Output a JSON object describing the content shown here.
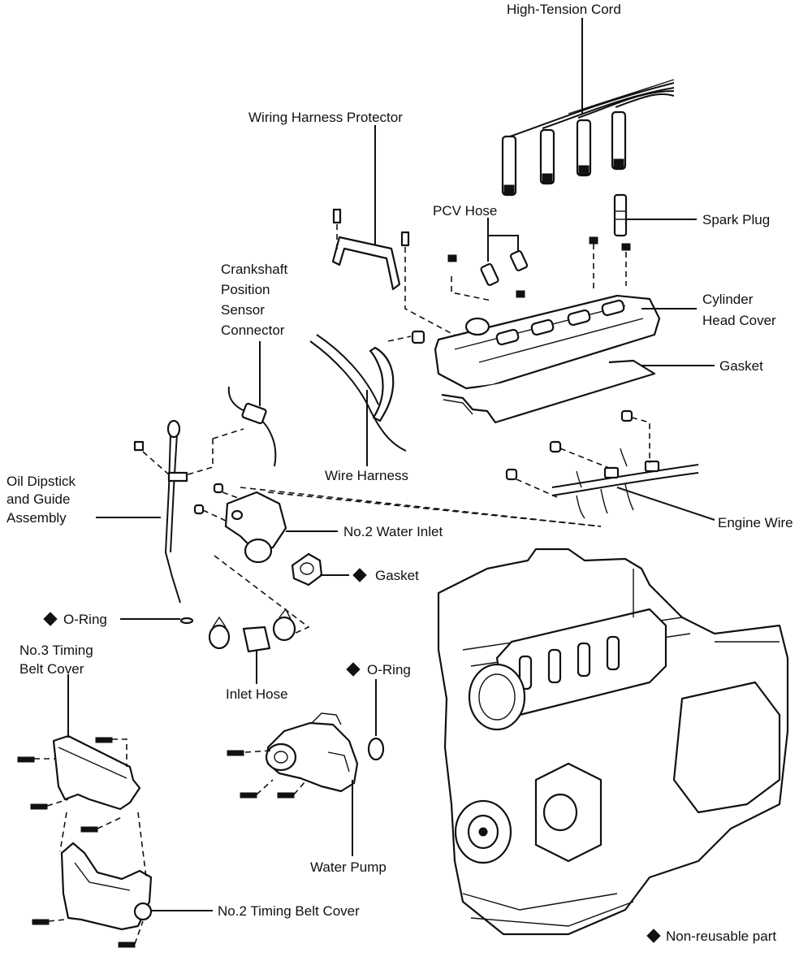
{
  "labels": {
    "high_tension_cord": "High-Tension Cord",
    "wiring_harness_protector": "Wiring Harness Protector",
    "pcv_hose": "PCV Hose",
    "spark_plug": "Spark Plug",
    "crankshaft_line1": "Crankshaft",
    "crankshaft_line2": "Position",
    "crankshaft_line3": "Sensor",
    "crankshaft_line4": "Connector",
    "cylinder_head_cover_line1": "Cylinder",
    "cylinder_head_cover_line2": "Head  Cover",
    "gasket_top": "Gasket",
    "wire_harness": "Wire Harness",
    "oil_dipstick_line1": "Oil Dipstick",
    "oil_dipstick_line2": "and Guide",
    "oil_dipstick_line3": "Assembly",
    "engine_wire": "Engine Wire",
    "no2_water_inlet": "No.2 Water Inlet",
    "gasket_mid": "Gasket",
    "o_ring_left": "O-Ring",
    "no3_timing_line1": "No.3 Timing",
    "no3_timing_line2": "Belt Cover",
    "inlet_hose": "Inlet Hose",
    "o_ring_right": "O-Ring",
    "water_pump": "Water Pump",
    "no2_timing_belt_cover": "No.2 Timing Belt Cover",
    "legend_non_reusable": "Non-reusable part"
  }
}
